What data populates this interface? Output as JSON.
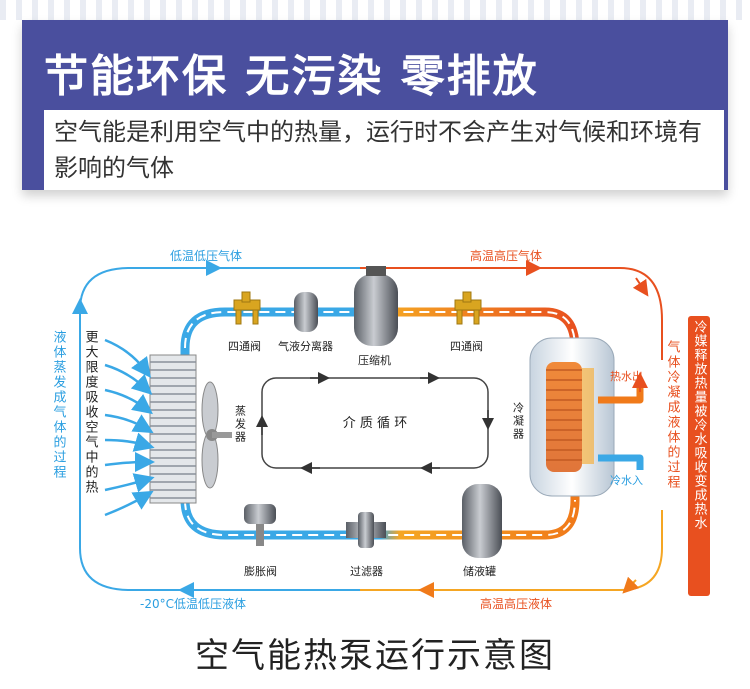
{
  "header": {
    "title": "节能环保 无污染 零排放",
    "subtitle": "空气能是利用空气中的热量，运行时不会产生对气候和环境有影响的气体"
  },
  "flow_labels": {
    "top_left": "低温低压气体",
    "top_right": "高温高压气体",
    "bottom_left": "-20°C低温低压液体",
    "bottom_right": "高温高压液体"
  },
  "side_labels": {
    "left_outer": "液体蒸发成气体的过程",
    "left_inner": "更大限度吸收空气中的热",
    "right_inner": "气体冷凝成液体的过程",
    "right_outer": "冷媒释放热量被冷水吸收变成热水"
  },
  "components": {
    "four_way_valve_left": "四通阀",
    "separator": "气液分离器",
    "compressor": "压缩机",
    "four_way_valve_right": "四通阀",
    "evaporator": "蒸发器",
    "condenser": "冷凝器",
    "expansion_valve": "膨胀阀",
    "filter": "过滤器",
    "receiver": "储液罐",
    "hot_water_out": "热水出",
    "cold_water_in": "冷水入"
  },
  "cycle_label": "介 质 循 环",
  "caption": "空气能热泵运行示意图",
  "colors": {
    "banner": "#4a4f9e",
    "cold_pipe": "#3aa8e6",
    "hot_pipe": "#f07a1a",
    "hot_text": "#e8501f",
    "cold_text": "#2a9ee0",
    "vertical_badge": "#e8501f"
  }
}
